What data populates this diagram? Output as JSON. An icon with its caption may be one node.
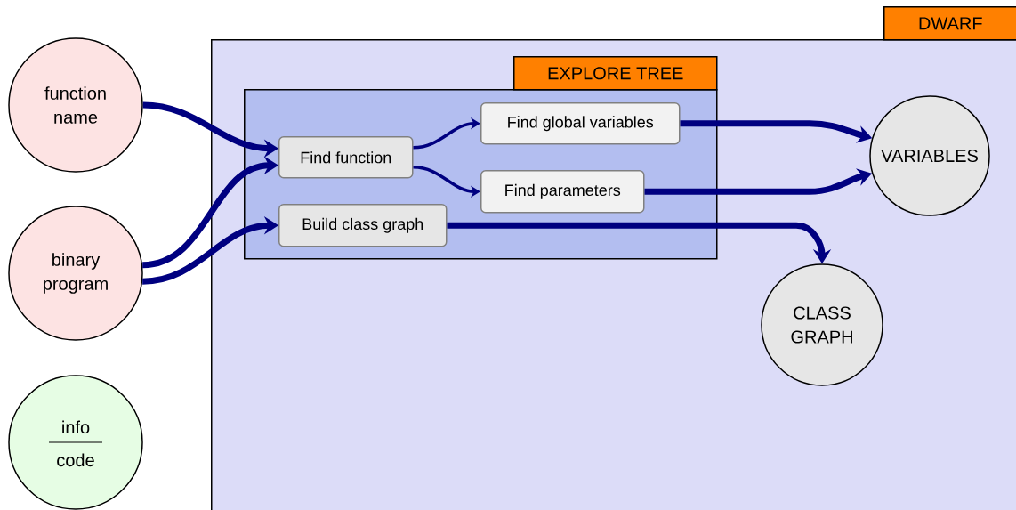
{
  "diagram": {
    "nodes": [
      {
        "text": [
          "function name"
        ]
      },
      {
        "text": [
          "binary program"
        ]
      },
      {
        "text": [
          "info",
          "code"
        ]
      },
      {
        "text": [
          "DWARF"
        ]
      },
      {
        "text": [
          "EXPLORE TREE"
        ],
        "in": 3
      },
      {
        "text": [
          "Find function"
        ],
        "in": 4
      },
      {
        "text": [
          "Find global variables"
        ],
        "in": 4
      },
      {
        "text": [
          "Find parameters"
        ],
        "in": 4
      },
      {
        "text": [
          "Build class graph"
        ],
        "in": 4
      },
      {
        "text": [
          "VARIABLES"
        ],
        "in": 3
      },
      {
        "text": [
          "CLASS GRAPH"
        ],
        "in": 3
      }
    ],
    "edges": [
      {
        "from": 0,
        "to": 5,
        "arrow": "to"
      },
      {
        "from": 1,
        "to": 5,
        "arrow": "to"
      },
      {
        "from": 1,
        "to": 8,
        "arrow": "to"
      },
      {
        "from": 5,
        "to": 6,
        "arrow": "to"
      },
      {
        "from": 5,
        "to": 7,
        "arrow": "to"
      },
      {
        "from": 6,
        "to": 9,
        "arrow": "to"
      },
      {
        "from": 7,
        "to": 9,
        "arrow": "to"
      },
      {
        "from": 8,
        "to": 10,
        "arrow": "to"
      }
    ]
  }
}
